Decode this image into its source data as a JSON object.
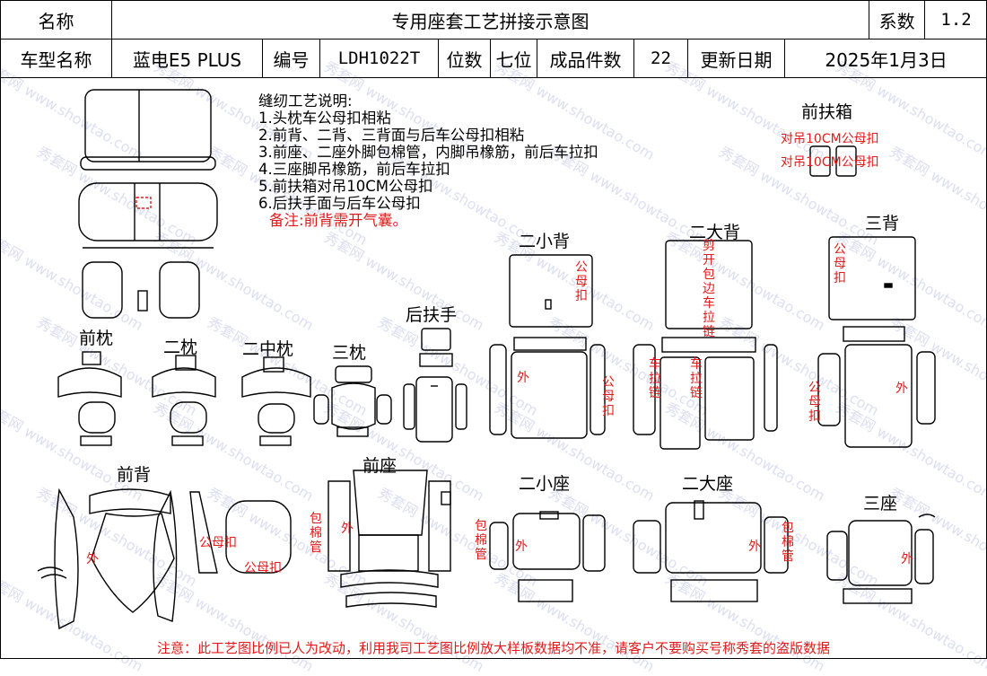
{
  "header": {
    "row1": {
      "name_label": "名称",
      "title": "专用座套工艺拼接示意图",
      "coef_label": "系数",
      "coef_value": "1.2"
    },
    "row2": {
      "model_label": "车型名称",
      "model_value": "蓝电E5 PLUS",
      "code_label": "编号",
      "code_value": "LDH1022T",
      "seats_label": "位数",
      "seats_value": "七位",
      "pieces_label": "成品件数",
      "pieces_value": "22",
      "date_label": "更新日期",
      "date_value": "2025年1月3日"
    }
  },
  "notes": {
    "title": "缝纫工艺说明:",
    "items": [
      "1.头枕车公母扣相粘",
      "2.前背、二背、三背面与后车公母扣相粘",
      "3.前座、二座外脚包棉管，内脚吊橡筋，前后车拉扣",
      "4.三座脚吊橡筋，前后车拉扣",
      "5.前扶箱对吊10CM公母扣",
      "6.后扶手面与后车公母扣"
    ],
    "remark": "备注:前背需开气囊。"
  },
  "sections": {
    "front_armrest": "前扶箱",
    "front_armrest_note1": "对吊10CM公母扣",
    "front_armrest_note2": "对吊10CM公母扣",
    "second_small_back": "二小背",
    "second_big_back": "二大背",
    "third_back": "三背",
    "rear_armrest": "后扶手",
    "front_headrest": "前枕",
    "second_headrest": "二枕",
    "second_mid_headrest": "二中枕",
    "third_headrest": "三枕",
    "front_back": "前背",
    "front_seat": "前座",
    "second_small_seat": "二小座",
    "second_big_seat": "二大座",
    "third_seat": "三座"
  },
  "annotations": {
    "gongmu_v": "公母扣",
    "wai": "外",
    "jian_kai": "剪开包边车拉链",
    "che_la_lian": "车拉链",
    "gongmu_kou": "公母扣",
    "bao_mian_guan": "包棉管"
  },
  "footer": "注意：此工艺图比例已人为改动，利用我司工艺图比例放大样板数据均不准，请客户不要购买号称秀套的盗版数据",
  "watermark": "秀套网 www.showtao.com"
}
